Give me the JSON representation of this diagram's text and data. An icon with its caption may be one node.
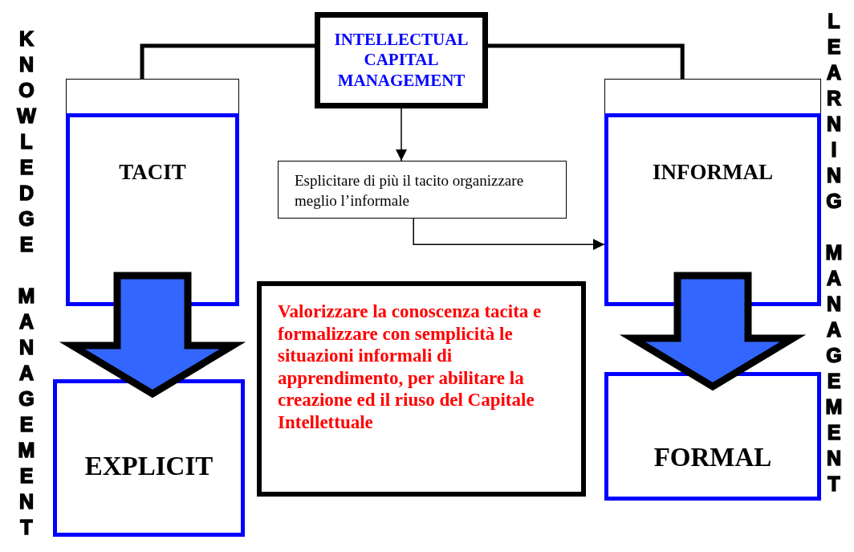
{
  "diagram": {
    "nodes": [
      {
        "text": [
          "INTELLECTUAL CAPITAL MANAGEMENT"
        ]
      },
      {
        "text": [],
        "shape": "box"
      },
      {
        "text": [
          "TACIT"
        ]
      },
      {
        "text": [],
        "shape": "box"
      },
      {
        "text": [
          "INFORMAL"
        ]
      },
      {
        "text": [
          "Esplicitare di più il tacito organizzare meglio l’informale"
        ]
      },
      {
        "text": [
          "EXPLICIT"
        ]
      },
      {
        "text": [
          "Valorizzare la conoscenza tacita e formalizzare con semplicità le situazioni informali di apprendimento, per abilitare la creazione ed il riuso del Capitale Intellettuale"
        ]
      },
      {
        "text": [
          "FORMAL"
        ]
      }
    ],
    "edges": [
      {
        "from": 0,
        "to": 1,
        "arrow": "none",
        "style": "thick"
      },
      {
        "from": 0,
        "to": 3,
        "arrow": "none",
        "style": "thick"
      },
      {
        "from": 0,
        "to": 5,
        "arrow": "to"
      },
      {
        "from": 5,
        "to": 4,
        "arrow": "to"
      },
      {
        "from": 2,
        "to": 6,
        "arrow": "to",
        "style": "thick",
        "color": "#3366ff"
      },
      {
        "from": 4,
        "to": 8,
        "arrow": "to",
        "style": "thick",
        "color": "#3366ff"
      }
    ],
    "labels": [
      "KNOWLEDGE MANAGEMENT",
      "LEARNING MANAGEMENT"
    ]
  }
}
